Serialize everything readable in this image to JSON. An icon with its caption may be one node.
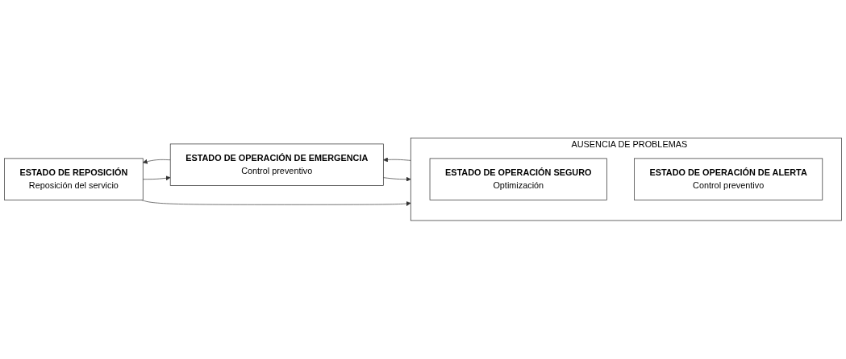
{
  "diagram": {
    "nodes": [
      {
        "text": [
          "ESTADO DE REPOSICIÓN",
          "Reposición del servicio"
        ]
      },
      {
        "text": [
          "ESTADO DE OPERACIÓN DE EMERGENCIA",
          "Control preventivo"
        ]
      },
      {
        "text": [
          "AUSENCIA DE PROBLEMAS"
        ]
      },
      {
        "text": [
          "ESTADO DE OPERACIÓN SEGURO",
          "Optimización"
        ],
        "in": 2
      },
      {
        "text": [
          "ESTADO DE OPERACIÓN DE ALERTA",
          "Control preventivo"
        ],
        "in": 2
      }
    ],
    "edges": [
      {
        "from": 0,
        "to": 2,
        "arrow": "to"
      },
      {
        "from": 0,
        "to": 1,
        "arrow": "to"
      },
      {
        "from": 1,
        "to": 0,
        "arrow": "to"
      },
      {
        "from": 2,
        "to": 1,
        "arrow": "to"
      },
      {
        "from": 1,
        "to": 2,
        "arrow": "to"
      }
    ]
  }
}
